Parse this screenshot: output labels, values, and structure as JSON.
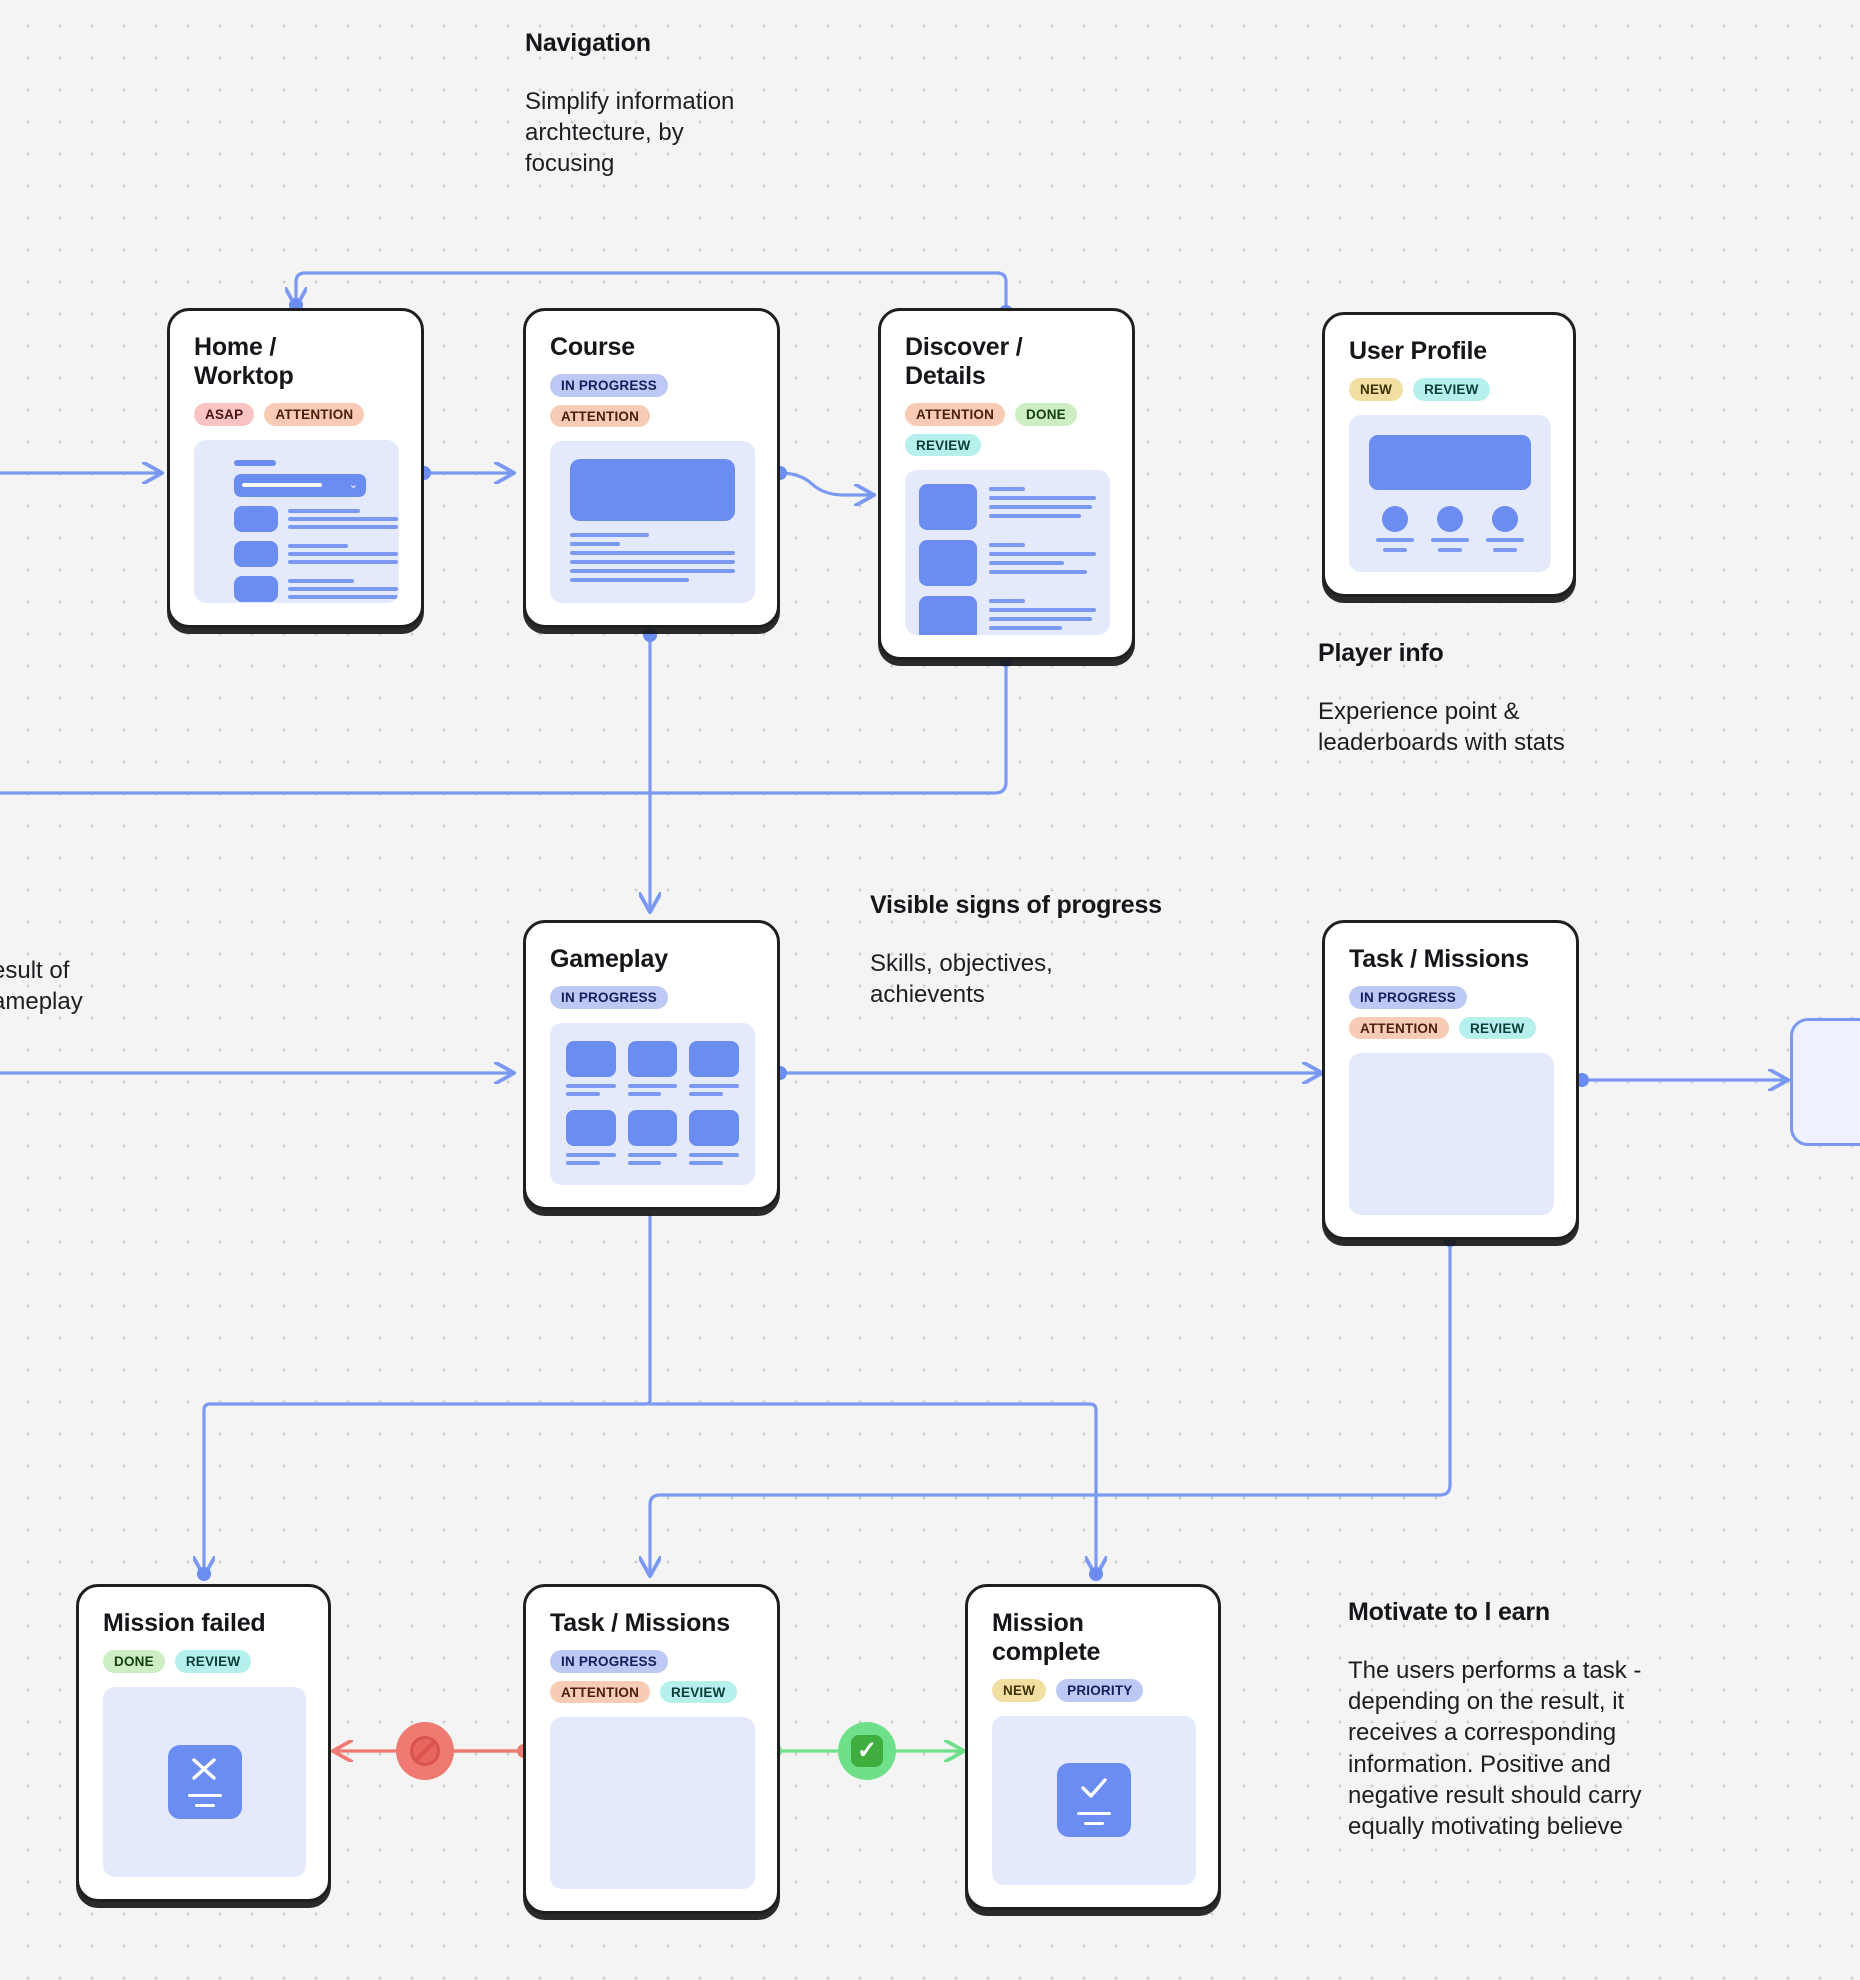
{
  "board": {
    "background_color": "#f4f4f4",
    "dot_color": "#d2d2d2",
    "connector_color": "#7b99f2",
    "accent_blue": "#6b8cf0",
    "preview_bg": "#e4eafb",
    "stop_color": "#ef7a72",
    "ok_color": "#6fe08a"
  },
  "notes": {
    "navigation": {
      "title": "Navigation",
      "body": "Simplify information\narchtecture, by\nfocusing"
    },
    "player_info": {
      "title": "Player info",
      "body": "Experience point &\nleaderboards with stats"
    },
    "progress": {
      "title": "Visible signs of progress",
      "body": "Skills, objectives,\nachievents"
    },
    "result": {
      "title": "",
      "body": "esult of\nameplay"
    },
    "motivate": {
      "title": "Motivate to l  earn",
      "body": "The users performs a task -\ndepending on the result, it\nreceives a corresponding\ninformation. Positive and\nnegative result should carry\nequally motivating believe"
    }
  },
  "nodes": {
    "home": {
      "title": "Home /\nWorktop",
      "tags": [
        {
          "label": "ASAP",
          "style": "asap"
        },
        {
          "label": "ATTENTION",
          "style": "attention"
        }
      ]
    },
    "course": {
      "title": "Course",
      "tags": [
        {
          "label": "IN PROGRESS",
          "style": "inprogress"
        },
        {
          "label": "ATTENTION",
          "style": "attention"
        }
      ]
    },
    "discover": {
      "title": "Discover /\nDetails",
      "tags": [
        {
          "label": "ATTENTION",
          "style": "attention"
        },
        {
          "label": "DONE",
          "style": "done"
        },
        {
          "label": "REVIEW",
          "style": "review"
        }
      ]
    },
    "profile": {
      "title": "User Profile",
      "tags": [
        {
          "label": "NEW",
          "style": "new"
        },
        {
          "label": "REVIEW",
          "style": "review"
        }
      ]
    },
    "gameplay": {
      "title": "Gameplay",
      "tags": [
        {
          "label": "IN PROGRESS",
          "style": "inprogress"
        }
      ]
    },
    "tasks_right": {
      "title": "Task / Missions",
      "tags": [
        {
          "label": "IN PROGRESS",
          "style": "inprogress"
        },
        {
          "label": "ATTENTION",
          "style": "attention"
        },
        {
          "label": "REVIEW",
          "style": "review"
        }
      ]
    },
    "mission_failed": {
      "title": "Mission failed",
      "tags": [
        {
          "label": "DONE",
          "style": "done"
        },
        {
          "label": "REVIEW",
          "style": "review"
        }
      ],
      "icon": "x-mark-icon"
    },
    "tasks_bottom": {
      "title": "Task / Missions",
      "tags": [
        {
          "label": "IN PROGRESS",
          "style": "inprogress"
        },
        {
          "label": "ATTENTION",
          "style": "attention"
        },
        {
          "label": "REVIEW",
          "style": "review"
        }
      ]
    },
    "mission_complete": {
      "title": "Mission\ncomplete",
      "tags": [
        {
          "label": "NEW",
          "style": "new"
        },
        {
          "label": "PRIORITY",
          "style": "priority"
        }
      ],
      "icon": "check-mark-icon"
    }
  },
  "connectors": {
    "fail_badge": "stop-sign-icon",
    "success_badge": "check-circle-icon"
  }
}
